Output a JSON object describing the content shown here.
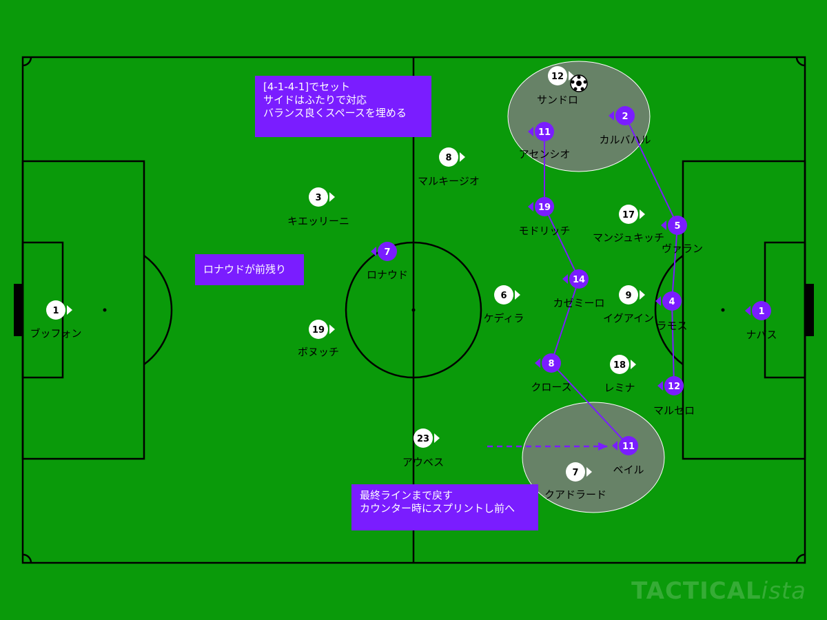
{
  "colors": {
    "grass": "#0a9a0a",
    "line": "#000000",
    "home": "#ffffff",
    "away": "#7a1dff",
    "note_bg": "#7a1dff",
    "zone": "#7d7d7d"
  },
  "notes": {
    "setup": [
      "[4-1-4-1]でセット",
      "サイドはふたりで対応",
      "バランス良くスペースを埋める"
    ],
    "ronaldo": [
      "ロナウドが前残り"
    ],
    "bale": [
      "最終ラインまで戻す",
      "カウンター時にスプリントし前へ"
    ]
  },
  "home_players": [
    {
      "number": "1",
      "name": "ブッフォン"
    },
    {
      "number": "3",
      "name": "キエッリーニ"
    },
    {
      "number": "19",
      "name": "ボヌッチ"
    },
    {
      "number": "8",
      "name": "マルキージオ"
    },
    {
      "number": "6",
      "name": "ケディラ"
    },
    {
      "number": "23",
      "name": "アウベス"
    },
    {
      "number": "12",
      "name": "サンドロ"
    },
    {
      "number": "17",
      "name": "マンジュキッチ"
    },
    {
      "number": "9",
      "name": "イグアイン"
    },
    {
      "number": "18",
      "name": "レミナ"
    },
    {
      "number": "7",
      "name": "クアドラード"
    }
  ],
  "away_players": [
    {
      "number": "1",
      "name": "ナバス"
    },
    {
      "number": "2",
      "name": "カルバハル"
    },
    {
      "number": "5",
      "name": "ヴァラン"
    },
    {
      "number": "4",
      "name": "ラモス"
    },
    {
      "number": "12",
      "name": "マルセロ"
    },
    {
      "number": "11",
      "name": "アセンシオ"
    },
    {
      "number": "19",
      "name": "モドリッチ"
    },
    {
      "number": "14",
      "name": "カゼミーロ"
    },
    {
      "number": "8",
      "name": "クロース"
    },
    {
      "number": "11",
      "name": "ベイル"
    },
    {
      "number": "7",
      "name": "ロナウド"
    }
  ],
  "watermark": {
    "main": "TACTICAL",
    "suffix": "ista"
  }
}
